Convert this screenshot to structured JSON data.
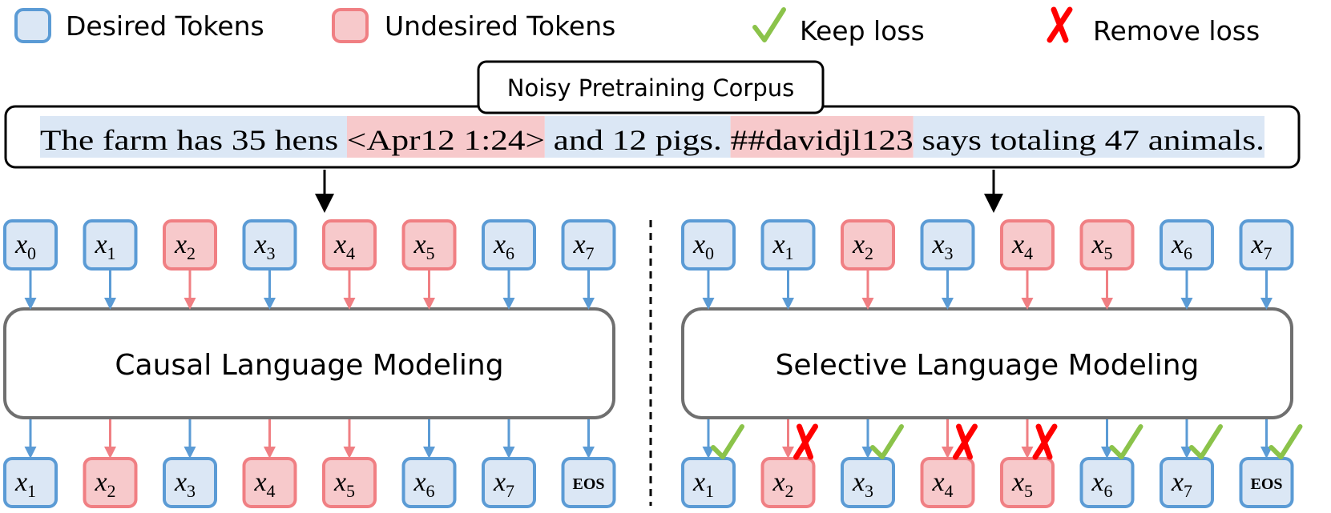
{
  "colors": {
    "desired_fill": "#dbe7f5",
    "desired_stroke": "#5b9bd5",
    "undesired_fill": "#f7c9cb",
    "undesired_stroke": "#f07f83",
    "check": "#8bc34a",
    "cross": "#ff0000",
    "box_stroke": "#6f6f6f",
    "arrow_black": "#000000"
  },
  "legend": {
    "desired": "Desired Tokens",
    "undesired": "Undesired Tokens",
    "keep": "Keep loss",
    "remove": "Remove loss"
  },
  "corpus": {
    "title": "Noisy Pretraining Corpus",
    "segments": [
      {
        "text": "The farm has 35 hens ",
        "type": "desired"
      },
      {
        "text": "<Apr12 1:24>",
        "type": "undesired"
      },
      {
        "text": " and 12 pigs. ",
        "type": "desired"
      },
      {
        "text": "##davidjl123",
        "type": "undesired"
      },
      {
        "text": " says totaling 47 animals.",
        "type": "desired"
      }
    ]
  },
  "panels": [
    {
      "model_label": "Causal Language Modeling",
      "inputs": [
        {
          "base": "x",
          "sub": "0",
          "type": "desired"
        },
        {
          "base": "x",
          "sub": "1",
          "type": "desired"
        },
        {
          "base": "x",
          "sub": "2",
          "type": "undesired"
        },
        {
          "base": "x",
          "sub": "3",
          "type": "desired"
        },
        {
          "base": "x",
          "sub": "4",
          "type": "undesired"
        },
        {
          "base": "x",
          "sub": "5",
          "type": "undesired"
        },
        {
          "base": "x",
          "sub": "6",
          "type": "desired"
        },
        {
          "base": "x",
          "sub": "7",
          "type": "desired"
        }
      ],
      "outputs": [
        {
          "base": "x",
          "sub": "1",
          "type": "desired",
          "loss": "none"
        },
        {
          "base": "x",
          "sub": "2",
          "type": "undesired",
          "loss": "none"
        },
        {
          "base": "x",
          "sub": "3",
          "type": "desired",
          "loss": "none"
        },
        {
          "base": "x",
          "sub": "4",
          "type": "undesired",
          "loss": "none"
        },
        {
          "base": "x",
          "sub": "5",
          "type": "undesired",
          "loss": "none"
        },
        {
          "base": "x",
          "sub": "6",
          "type": "desired",
          "loss": "none"
        },
        {
          "base": "x",
          "sub": "7",
          "type": "desired",
          "loss": "none"
        },
        {
          "base": "EOS",
          "sub": "",
          "type": "desired",
          "loss": "none"
        }
      ]
    },
    {
      "model_label": "Selective Language Modeling",
      "inputs": [
        {
          "base": "x",
          "sub": "0",
          "type": "desired"
        },
        {
          "base": "x",
          "sub": "1",
          "type": "desired"
        },
        {
          "base": "x",
          "sub": "2",
          "type": "undesired"
        },
        {
          "base": "x",
          "sub": "3",
          "type": "desired"
        },
        {
          "base": "x",
          "sub": "4",
          "type": "undesired"
        },
        {
          "base": "x",
          "sub": "5",
          "type": "undesired"
        },
        {
          "base": "x",
          "sub": "6",
          "type": "desired"
        },
        {
          "base": "x",
          "sub": "7",
          "type": "desired"
        }
      ],
      "outputs": [
        {
          "base": "x",
          "sub": "1",
          "type": "desired",
          "loss": "keep"
        },
        {
          "base": "x",
          "sub": "2",
          "type": "undesired",
          "loss": "remove"
        },
        {
          "base": "x",
          "sub": "3",
          "type": "desired",
          "loss": "keep"
        },
        {
          "base": "x",
          "sub": "4",
          "type": "undesired",
          "loss": "remove"
        },
        {
          "base": "x",
          "sub": "5",
          "type": "undesired",
          "loss": "remove"
        },
        {
          "base": "x",
          "sub": "6",
          "type": "desired",
          "loss": "keep"
        },
        {
          "base": "x",
          "sub": "7",
          "type": "desired",
          "loss": "keep"
        },
        {
          "base": "EOS",
          "sub": "",
          "type": "desired",
          "loss": "keep"
        }
      ]
    }
  ]
}
